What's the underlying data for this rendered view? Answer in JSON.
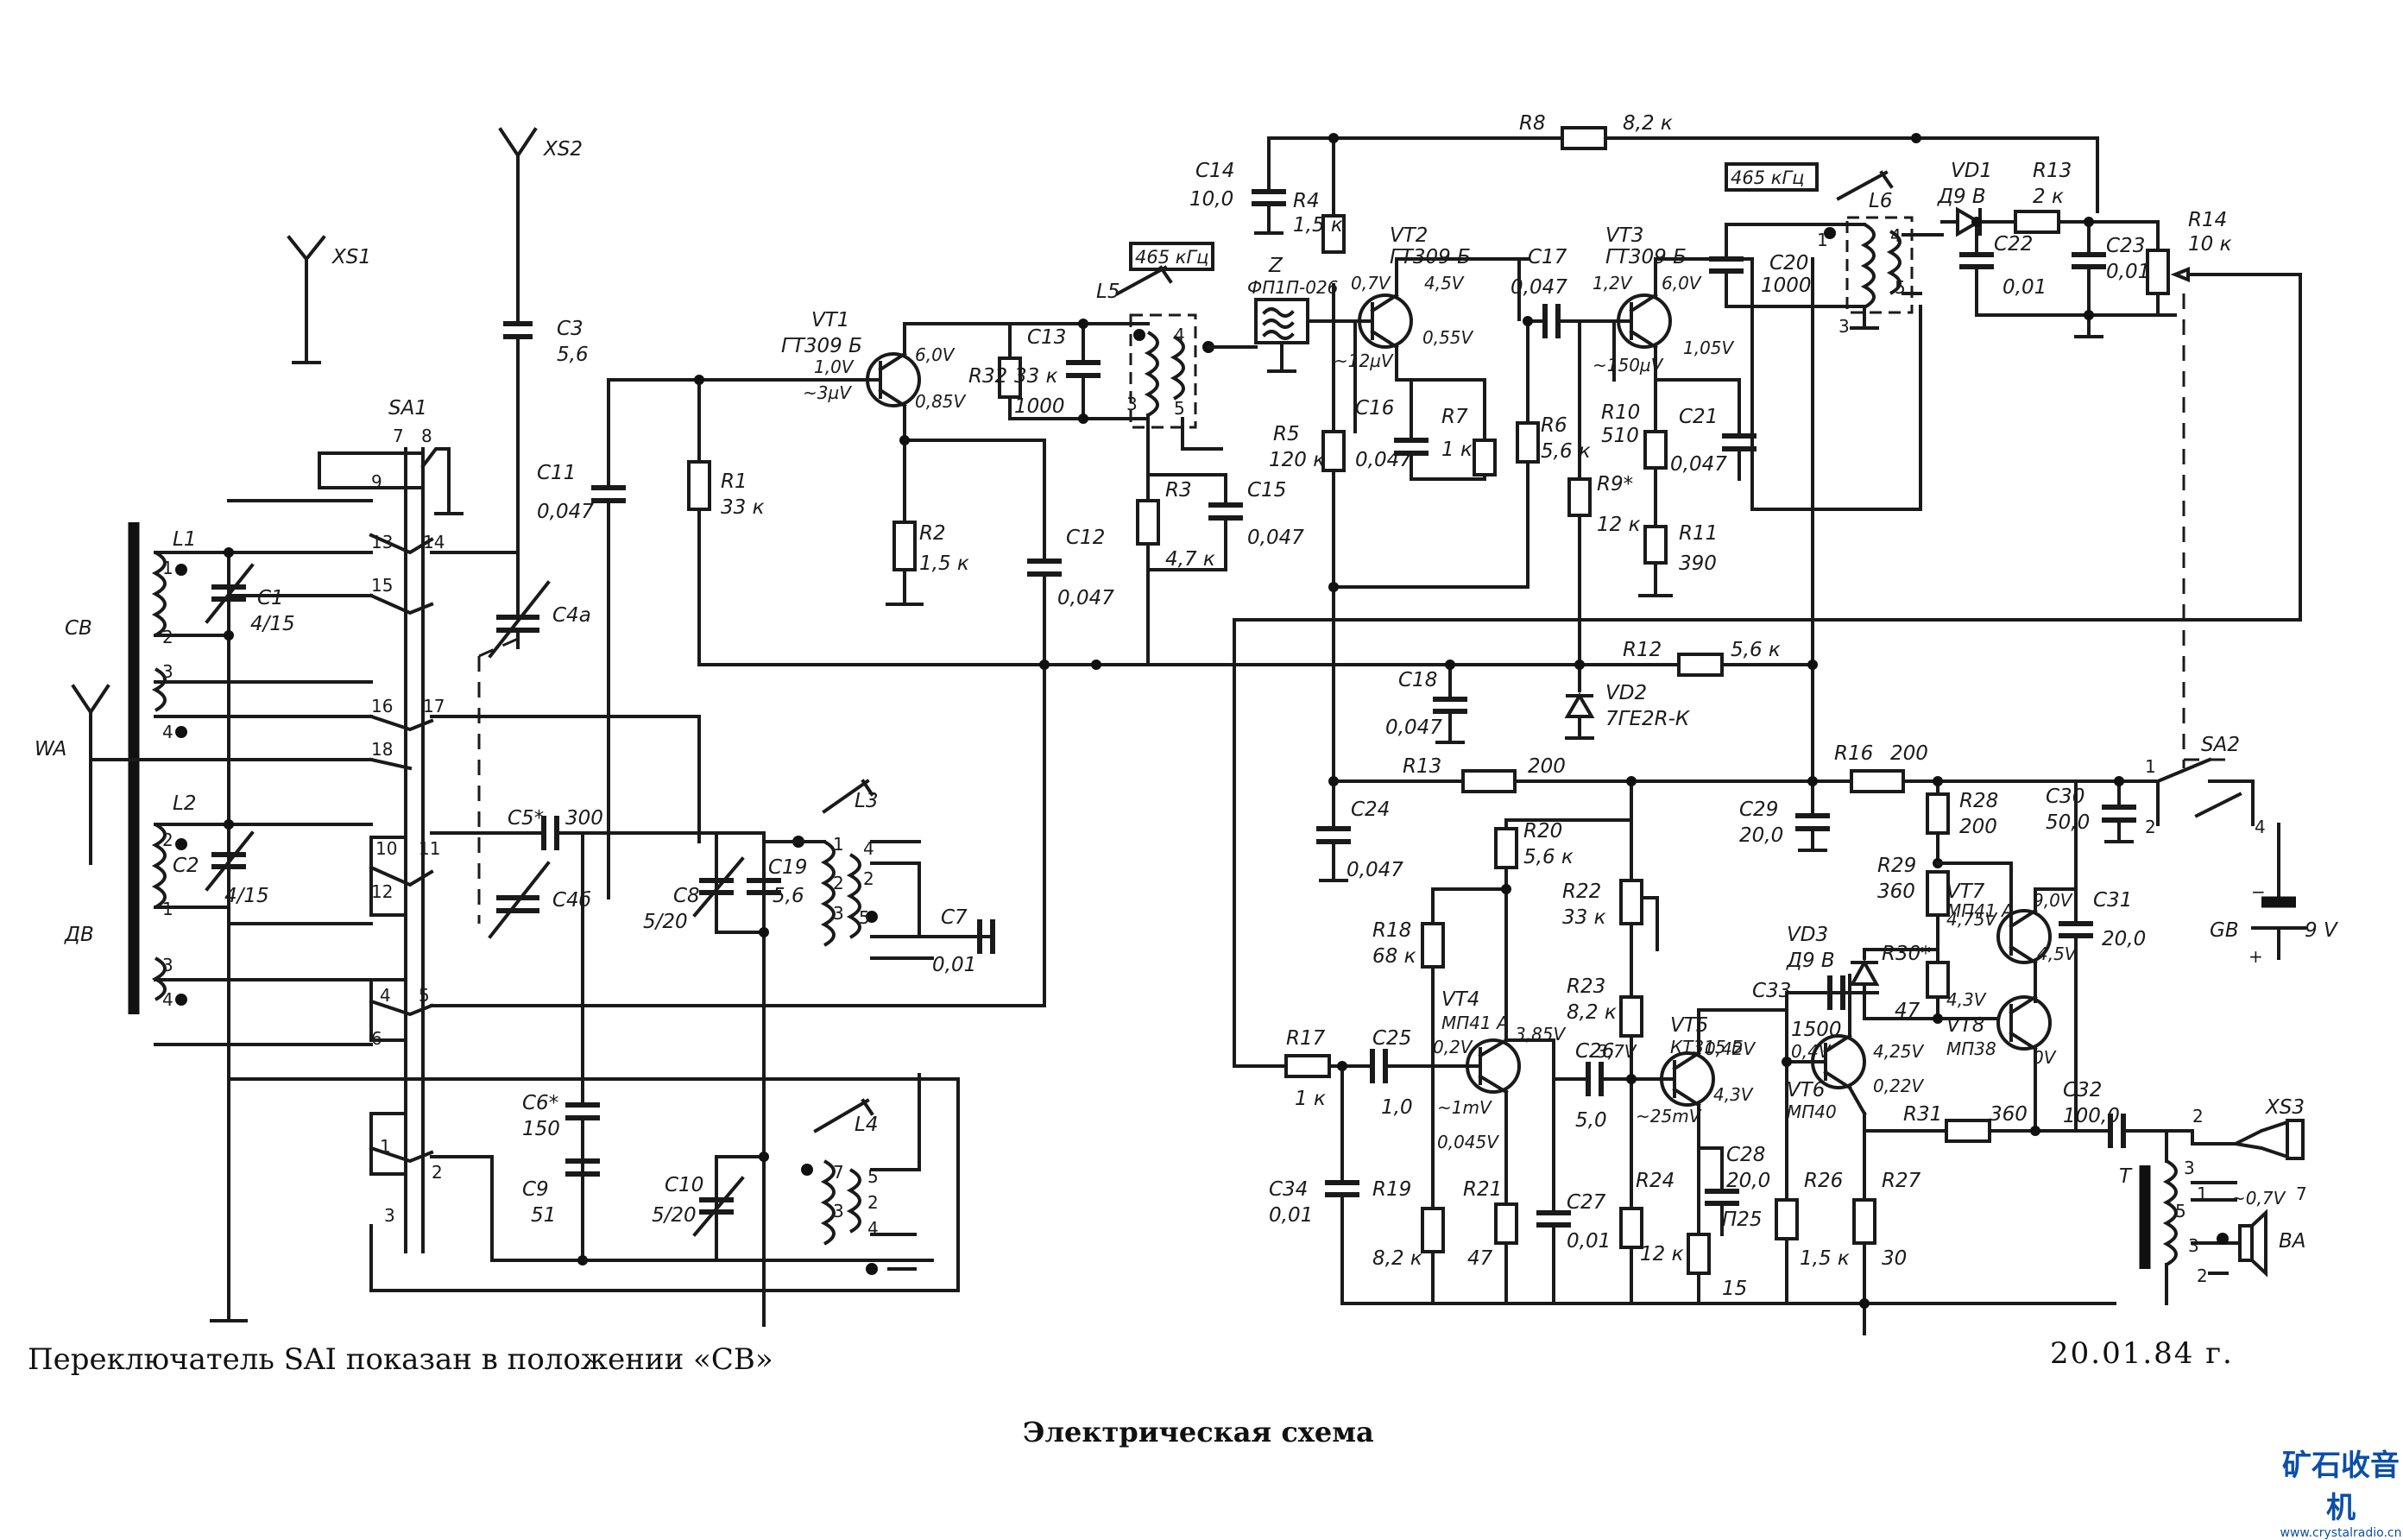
{
  "caption": {
    "note": "Переключатель SAI показан в положении «СВ»",
    "title": "Электрическая схема",
    "date": "20.01.84 г."
  },
  "watermark": {
    "text": "矿石收音机",
    "url": "www.crystalradio.cn",
    "color": "#0b4fa8"
  },
  "labels": {
    "XS1": "XS1",
    "XS2": "XS2",
    "XS3": "XS3",
    "WA": "WA",
    "SA1": "SA1",
    "SA2": "SA2",
    "CB": "СВ",
    "DB": "ДВ",
    "L1": "L1",
    "L2": "L2",
    "L3": "L3",
    "L4": "L4",
    "L5": "L5",
    "L6": "L6",
    "T": "T",
    "BA": "BA",
    "C1": "C1",
    "C1v": "4/15",
    "C2": "C2",
    "C2v": "4/15",
    "C3": "C3",
    "C3v": "5,6",
    "C4a": "C4a",
    "C4b": "C4б",
    "C5": "C5*",
    "C5v": "300",
    "C6": "C6*",
    "C6v": "150",
    "C7": "C7",
    "C7v": "0,01",
    "C8": "C8",
    "C8v": "5/20",
    "C9": "C9",
    "C9v": "51",
    "C10": "C10",
    "C10v": "5/20",
    "C11": "C11",
    "C11v": "0,047",
    "C12": "C12",
    "C12v": "0,047",
    "C13": "C13",
    "C13v": "1000",
    "C14": "C14",
    "C14v": "10,0",
    "C15": "C15",
    "C15v": "0,047",
    "C16": "C16",
    "C16v": "0,047",
    "C17": "C17",
    "C17v": "0,047",
    "C18": "C18",
    "C18v": "0,047",
    "C19": "C19",
    "C19v": "5,6",
    "C20": "C20",
    "C20v": "1000",
    "C21": "C21",
    "C21v": "0,047",
    "C22": "C22",
    "C22v": "0,01",
    "C23": "C23",
    "C23v": "0,01",
    "C24": "C24",
    "C24v": "0,047",
    "C25": "C25",
    "C25v": "1,0",
    "C26": "C26",
    "C26v": "5,0",
    "C27": "C27",
    "C27v": "0,01",
    "C28": "C28",
    "C28v": "20,0",
    "C29": "C29",
    "C29v": "20,0",
    "C30": "C30",
    "C30v": "50,0",
    "C31": "C31",
    "C31v": "20,0",
    "C32": "C32",
    "C32v": "100,0",
    "C33": "C33",
    "C33v": "1500",
    "C34": "C34",
    "C34v": "0,01",
    "R1": "R1",
    "R1v": "33 к",
    "R2": "R2",
    "R2v": "1,5 к",
    "R3": "R3",
    "R3v": "4,7 к",
    "R4": "R4",
    "R4v": "1,5 к",
    "R5": "R5",
    "R5v": "120 к",
    "R6": "R6",
    "R6v": "5,6 к",
    "R7": "R7",
    "R7v": "1 к",
    "R8": "R8",
    "R8v": "8,2 к",
    "R9": "R9*",
    "R9v": "12 к",
    "R10": "R10",
    "R10v": "510",
    "R11": "R11",
    "R11v": "390",
    "R12": "R12",
    "R12v": "5,6 к",
    "R13a": "R13",
    "R13av": "2 к",
    "R13b": "R13",
    "R13bv": "200",
    "R14": "R14",
    "R14v": "10 к",
    "R16": "R16",
    "R16v": "200",
    "R17": "R17",
    "R17v": "1 к",
    "R18": "R18",
    "R18v": "68 к",
    "R19": "R19",
    "R19v": "8,2 к",
    "R20": "R20",
    "R20v": "5,6 к",
    "R21": "R21",
    "R21v": "47",
    "R22": "R22",
    "R22v": "33 к",
    "R23": "R23",
    "R23v": "8,2 к",
    "R24": "R24",
    "R24v": "12 к",
    "R25": "П25",
    "R25v": "15",
    "R26": "R26",
    "R26v": "1,5 к",
    "R27": "R27",
    "R27v": "30",
    "R28": "R28",
    "R28v": "200",
    "R29": "R29",
    "R29v": "360",
    "R30": "R30*",
    "R30v": "47",
    "R31": "R31",
    "R31v": "360",
    "R32": "R32",
    "R32v": "33 к",
    "VT1": "VT1",
    "VT1t": "ГТ309 Б",
    "VT2": "VT2",
    "VT2t": "ГТ309 Б",
    "VT3": "VT3",
    "VT3t": "ГТ309 Б",
    "VT4": "VT4",
    "VT4t": "МП41 А",
    "VT5": "VT5",
    "VT5t": "КТ315 Б",
    "VT6": "VT6",
    "VT6t": "МП40",
    "VT7": "VT7",
    "VT7t": "МП41 А",
    "VT8": "VT8",
    "VT8t": "МП38",
    "VD1": "VD1",
    "VD1t": "Д9 В",
    "VD2": "VD2",
    "VD2t": "7ГЕ2R-К",
    "VD3": "VD3",
    "VD3t": "Д9 В",
    "Z": "Z",
    "Zt": "ФП1П-026",
    "IF1": "465 кГц",
    "IF2": "465 кГц",
    "GB": "GB",
    "GBv": "9 V"
  },
  "voltages": {
    "vt1a": "1,0V",
    "vt1b": "~3µV",
    "vt1c": "6,0V",
    "vt1d": "0,85V",
    "vt2a": "0,7V",
    "vt2b": "4,5V",
    "vt2c": "0,55V",
    "vt2d": "~12µV",
    "vt3a": "1,2V",
    "vt3b": "6,0V",
    "vt3c": "1,05V",
    "vt3d": "~150µV",
    "vt4a": "0,2V",
    "vt4b": "3,85V",
    "vt4c": "~1mV",
    "vt4d": "0,045V",
    "vt5a": "3,7V",
    "vt5b": "0,42V",
    "vt5c": "4,3V",
    "vt5d": "~25mV",
    "vt6a": "0,4V",
    "vt6b": "4,25V",
    "vt6c": "0,22V",
    "vt7a": "4,75V",
    "vt7b": "9,0V",
    "vt7c": "4,5V",
    "vt8a": "4,3V",
    "vt8b": "0V",
    "out": "~0,7V"
  },
  "switch_pins": [
    "7",
    "8",
    "9",
    "13",
    "14",
    "15",
    "16",
    "17",
    "18",
    "10",
    "11",
    "12",
    "4",
    "5",
    "6",
    "1",
    "2",
    "3"
  ]
}
